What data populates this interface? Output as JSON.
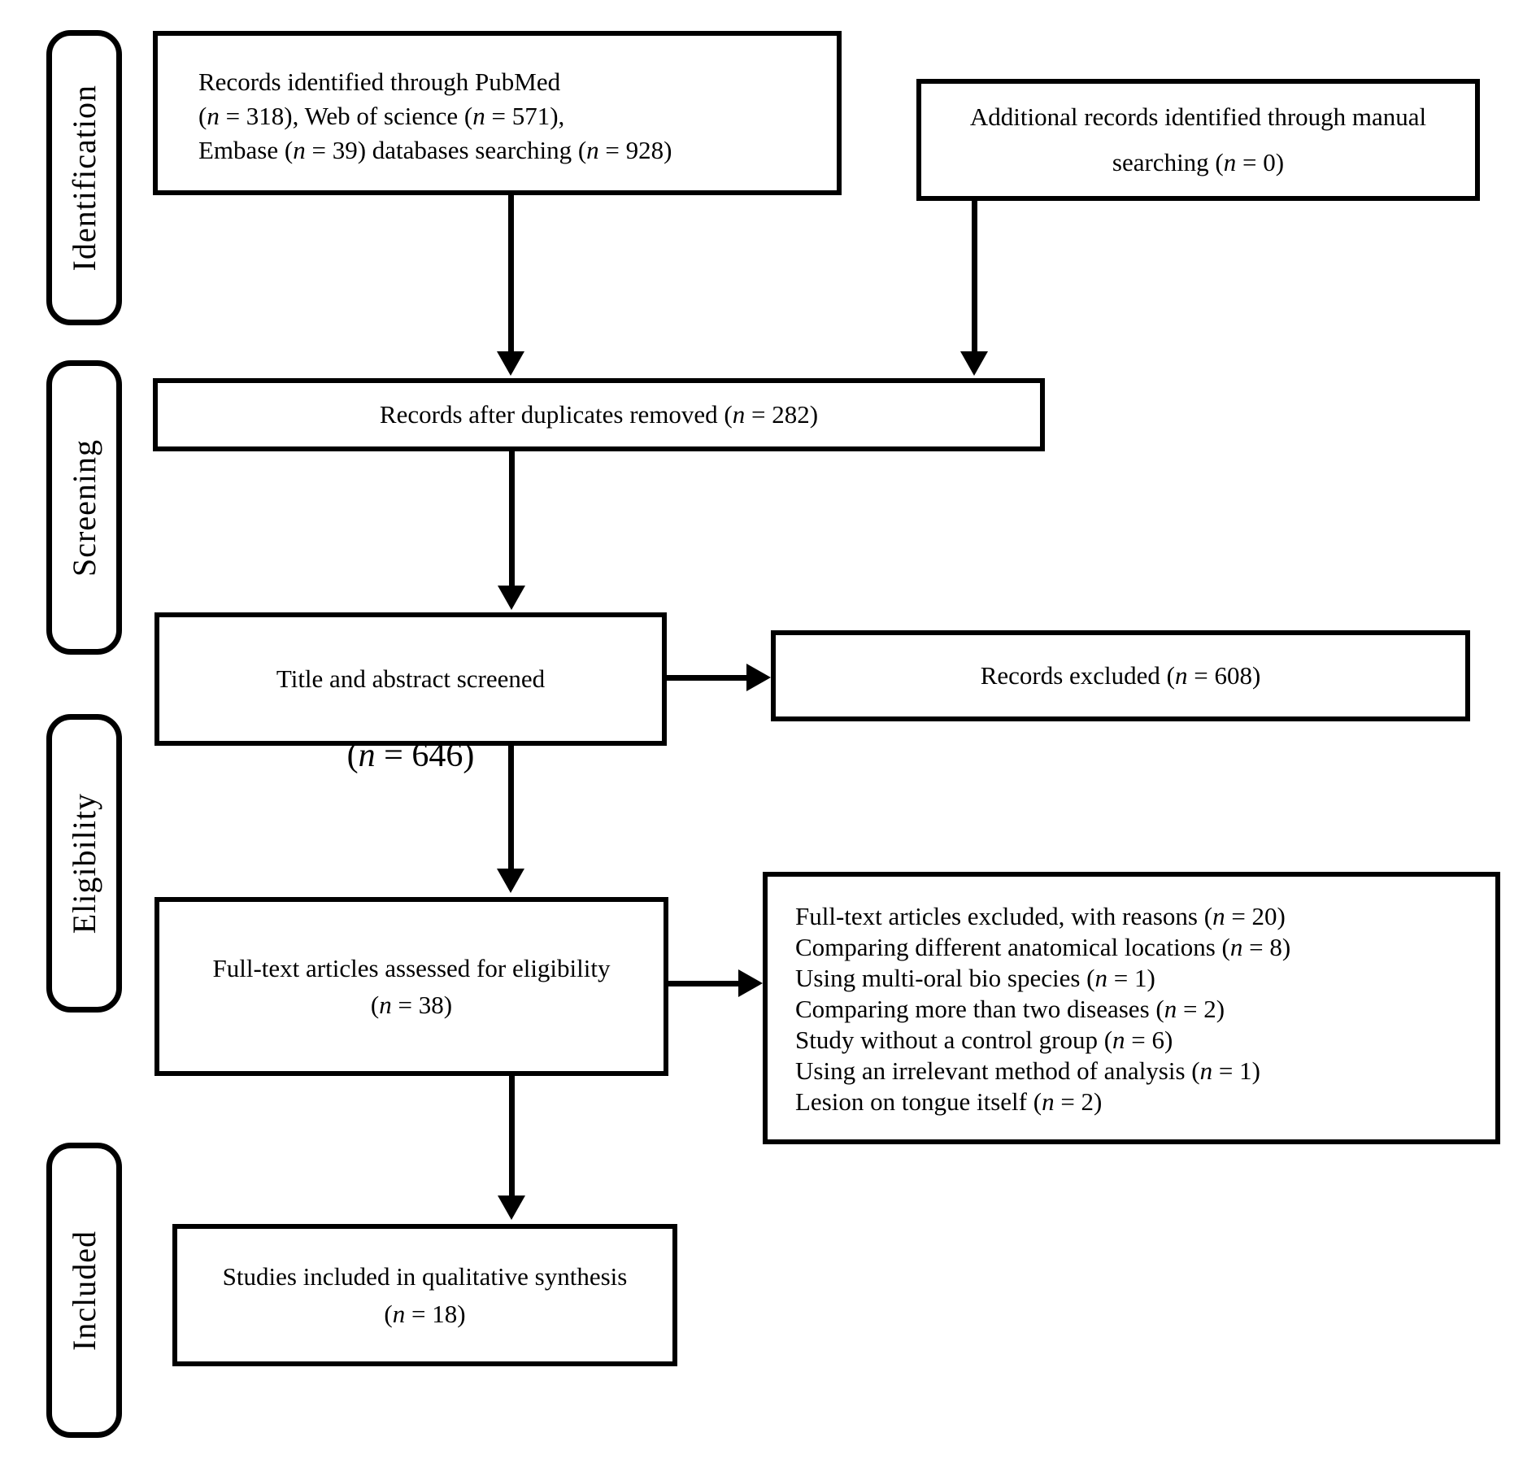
{
  "diagram": {
    "type": "prisma-flowchart",
    "colors": {
      "line": "#000000",
      "background": "#ffffff"
    },
    "stages": [
      {
        "label": "Identification"
      },
      {
        "label": "Screening"
      },
      {
        "label": "Eligibility"
      },
      {
        "label": "Included"
      }
    ],
    "boxes": {
      "records_identified": {
        "lines": [
          "Records identified through PubMed",
          "(n = 318), Web of science (n = 571),",
          "Embase (n = 39) databases searching (n = 928)"
        ]
      },
      "additional_records": {
        "lines": [
          "Additional records identified through manual",
          "searching (n = 0)"
        ]
      },
      "duplicates_removed": {
        "text": "Records after duplicates removed (n = 282)"
      },
      "title_abstract": {
        "text": "Title and abstract screened",
        "count": "(n = 646)"
      },
      "records_excluded": {
        "text": "Records excluded (n = 608)"
      },
      "fulltext_assessed": {
        "lines": [
          "Full-text articles assessed for eligibility",
          "(n = 38)"
        ]
      },
      "fulltext_excluded": {
        "lines": [
          "Full-text articles excluded, with reasons (n = 20)",
          "Comparing different anatomical locations (n = 8)",
          "Using multi-oral bio species (n = 1)",
          "Comparing more than two diseases (n = 2)",
          "Study without a control group (n = 6)",
          "Using an irrelevant method of analysis (n = 1)",
          "Lesion on tongue itself (n = 2)"
        ]
      },
      "studies_included": {
        "lines": [
          "Studies included in qualitative synthesis",
          "(n = 18)"
        ]
      }
    }
  }
}
